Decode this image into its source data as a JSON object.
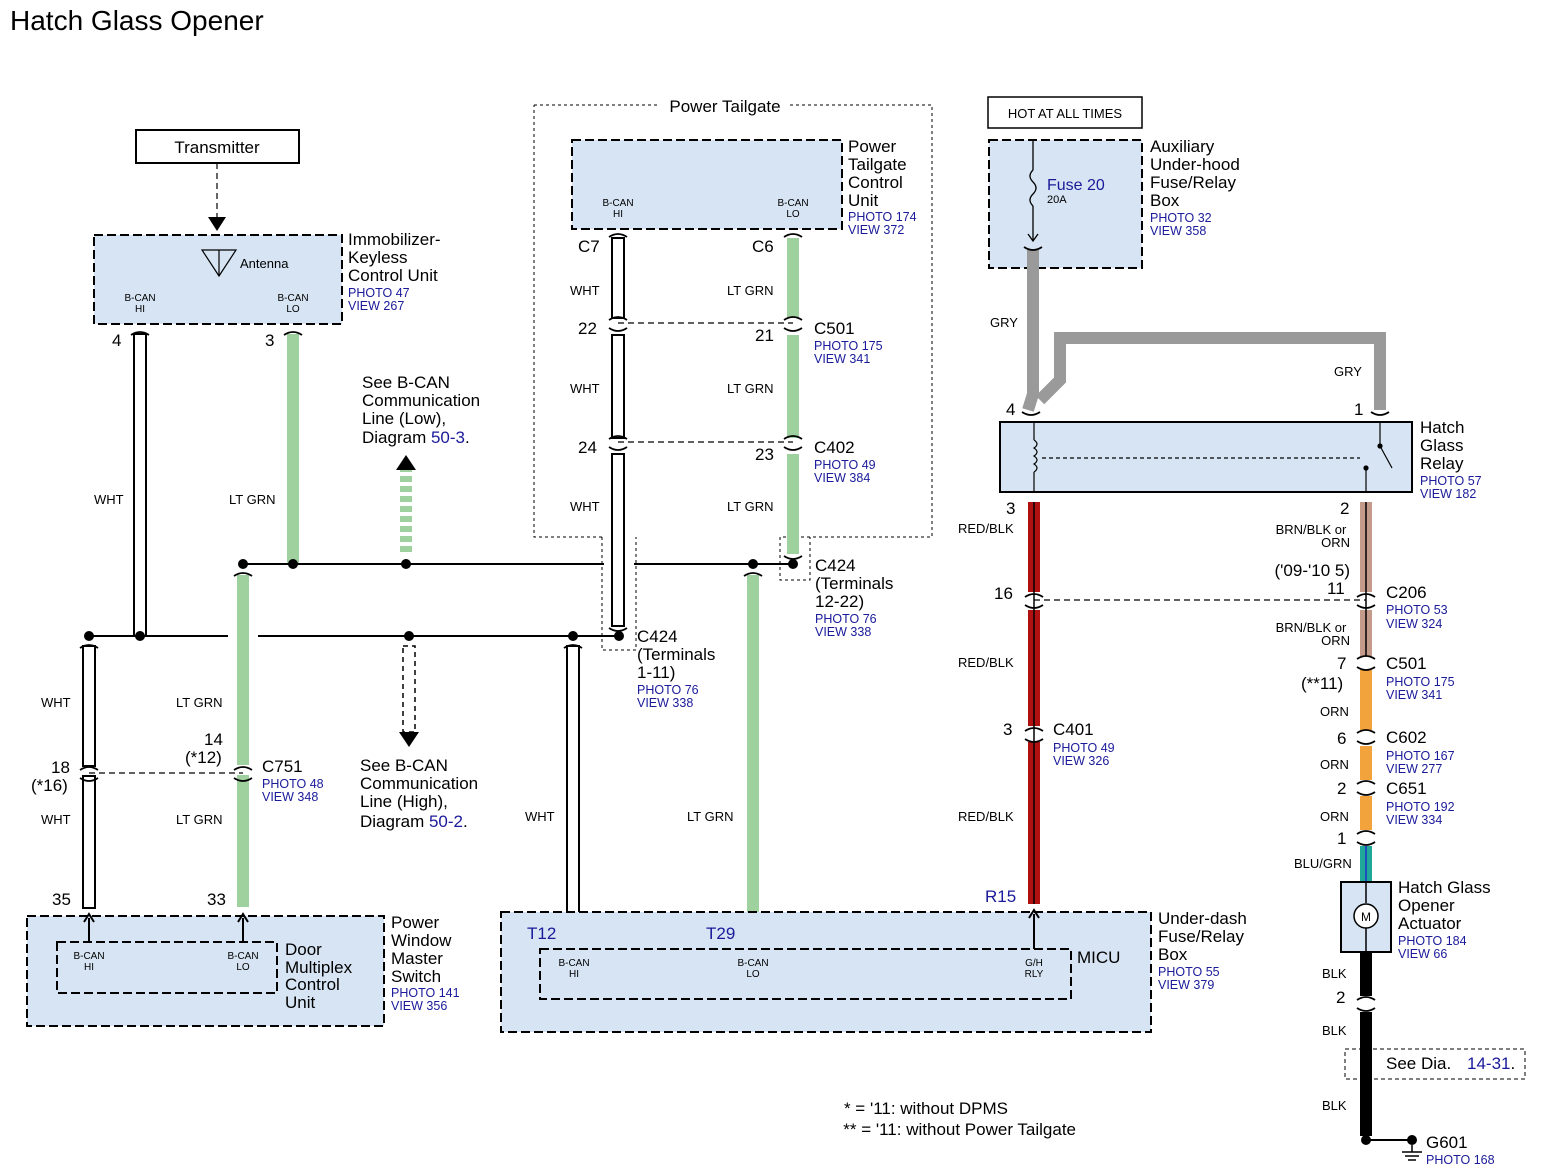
{
  "title": "Hatch Glass Opener",
  "components": {
    "transmitter": "Transmitter",
    "immobilizer": {
      "name": [
        "Immobilizer-",
        "Keyless",
        "Control Unit"
      ],
      "photo": "PHOTO 47",
      "view": "VIEW 267",
      "antenna": "Antenna",
      "hi": [
        "B-CAN",
        "HI"
      ],
      "lo": [
        "B-CAN",
        "LO"
      ],
      "pin_hi": "4",
      "pin_lo": "3"
    },
    "power_tailgate_group": "Power Tailgate",
    "tailgate_unit": {
      "name": [
        "Power",
        "Tailgate",
        "Control",
        "Unit"
      ],
      "photo": "PHOTO 174",
      "view": "VIEW 372",
      "hi": [
        "B-CAN",
        "HI"
      ],
      "lo": [
        "B-CAN",
        "LO"
      ],
      "pin_hi": "C7",
      "pin_lo": "C6"
    },
    "hot": "HOT AT ALL TIMES",
    "fuse": {
      "name": "Fuse 20",
      "rating": "20A"
    },
    "aux_box": {
      "name": [
        "Auxiliary",
        "Under-hood",
        "Fuse/Relay",
        "Box"
      ],
      "photo": "PHOTO 32",
      "view": "VIEW 358"
    },
    "relay": {
      "name": [
        "Hatch",
        "Glass",
        "Relay"
      ],
      "photo": "PHOTO 57",
      "view": "VIEW 182",
      "pin4": "4",
      "pin1": "1",
      "pin3": "3",
      "pin2": "2"
    },
    "door_unit": {
      "name": [
        "Door",
        "Multiplex",
        "Control",
        "Unit"
      ],
      "hi": [
        "B-CAN",
        "HI"
      ],
      "lo": [
        "B-CAN",
        "LO"
      ],
      "pin_hi": "35",
      "pin_lo": "33"
    },
    "pwms": {
      "name": [
        "Power",
        "Window",
        "Master",
        "Switch"
      ],
      "photo": "PHOTO 141",
      "view": "VIEW 356"
    },
    "micu": {
      "name": "MICU",
      "hi": [
        "B-CAN",
        "HI"
      ],
      "lo": [
        "B-CAN",
        "LO"
      ],
      "gh": [
        "G/H",
        "RLY"
      ],
      "pin_hi": "T12",
      "pin_lo": "T29",
      "pin_gh": "R15"
    },
    "underdash": {
      "name": [
        "Under-dash",
        "Fuse/Relay",
        "Box"
      ],
      "photo": "PHOTO 55",
      "view": "VIEW 379"
    },
    "actuator": {
      "name": [
        "Hatch Glass",
        "Opener",
        "Actuator"
      ],
      "photo": "PHOTO 184",
      "view": "VIEW 66",
      "motor": "M"
    },
    "ground": {
      "name": "G601",
      "photo": "PHOTO 168"
    }
  },
  "connectors": {
    "c501_top": {
      "name": "C501",
      "photo": "PHOTO 175",
      "view": "VIEW 341",
      "pin_l": "22",
      "pin_r": "21"
    },
    "c402": {
      "name": "C402",
      "photo": "PHOTO 49",
      "view": "VIEW 384",
      "pin_l": "24",
      "pin_r": "23"
    },
    "c424_a": {
      "name": "C424",
      "sub": [
        "(Terminals",
        "12-22)"
      ],
      "photo": "PHOTO 76",
      "view": "VIEW 338"
    },
    "c424_b": {
      "name": "C424",
      "sub": [
        "(Terminals",
        "1-11)"
      ],
      "photo": "PHOTO 76",
      "view": "VIEW 338"
    },
    "c751": {
      "name": "C751",
      "photo": "PHOTO 48",
      "view": "VIEW 348",
      "pin_l": "18",
      "pin_l_alt": "(*16)",
      "pin_r": "14",
      "pin_r_alt": "(*12)"
    },
    "c401": {
      "name": "C401",
      "photo": "PHOTO 49",
      "view": "VIEW 326",
      "pin_a": "16",
      "pin": "3"
    },
    "c206": {
      "name": "C206",
      "photo": "PHOTO 53",
      "view": "VIEW 324",
      "pin": "11",
      "pin_note": "('09-'10 5)"
    },
    "c501_r": {
      "name": "C501",
      "photo": "PHOTO 175",
      "view": "VIEW 341",
      "pin": "7",
      "pin_alt": "(**11)"
    },
    "c602": {
      "name": "C602",
      "photo": "PHOTO 167",
      "view": "VIEW 277",
      "pin": "6"
    },
    "c651": {
      "name": "C651",
      "photo": "PHOTO 192",
      "view": "VIEW 334",
      "pin": "2",
      "pin_b": "1"
    },
    "act_pin": "2"
  },
  "wires": {
    "wht": "WHT",
    "ltgrn": "LT GRN",
    "gry": "GRY",
    "redblk": "RED/BLK",
    "brnblk": [
      "BRN/BLK or",
      "ORN"
    ],
    "orn": "ORN",
    "blugrn": "BLU/GRN",
    "blk": "BLK"
  },
  "notes": {
    "low": {
      "text": [
        "See B-CAN",
        "Communication",
        "Line (Low),",
        "Diagram "
      ],
      "link": "50-3",
      "end": "."
    },
    "high": {
      "text": [
        "See B-CAN",
        "Communication",
        "Line (High),",
        "Diagram "
      ],
      "link": "50-2",
      "end": "."
    },
    "see_dia": "See Dia.",
    "see_dia_link": "14-31",
    "see_dia_end": ".",
    "footnote1": "* = '11: without DPMS",
    "footnote2": "** = '11: without Power Tailgate"
  },
  "colors": {
    "box_fill": "#d6e4f3",
    "ltgrn": "#9fd19f",
    "gry": "#9a9a9a",
    "red": "#b01010",
    "brown": "#c49a8a",
    "orange": "#f3a33c",
    "teal": "#1fa79a",
    "link_blue": "#1a1a9a"
  }
}
